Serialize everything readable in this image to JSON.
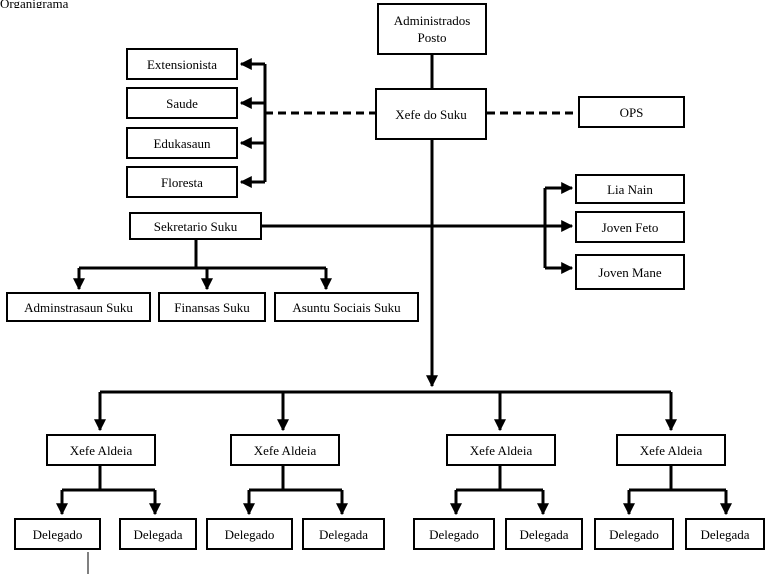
{
  "top_fragment": "Organigrama",
  "nodes": {
    "administrador_posto": "Administrados\nPosto",
    "xefe_suku": "Xefe do Suku",
    "ops": "OPS",
    "extensionista": "Extensionista",
    "saude": "Saude",
    "edukasaun": "Edukasaun",
    "floresta": "Floresta",
    "sekretario_suku": "Sekretario Suku",
    "adminstrasaun_suku": "Adminstrasaun Suku",
    "finansas_suku": "Finansas Suku",
    "asuntu_sociais_suku": "Asuntu Sociais Suku",
    "lia_nain": "Lia Nain",
    "joven_feto": "Joven Feto",
    "joven_mane": "Joven Mane",
    "xefe_aldeia_1": "Xefe Aldeia",
    "xefe_aldeia_2": "Xefe Aldeia",
    "xefe_aldeia_3": "Xefe Aldeia",
    "xefe_aldeia_4": "Xefe Aldeia",
    "delegado_1": "Delegado",
    "delegada_1": "Delegada",
    "delegado_2": "Delegado",
    "delegada_2": "Delegada",
    "delegado_3": "Delegado",
    "delegada_3": "Delegada",
    "delegado_4": "Delegado",
    "delegada_4": "Delegada"
  }
}
